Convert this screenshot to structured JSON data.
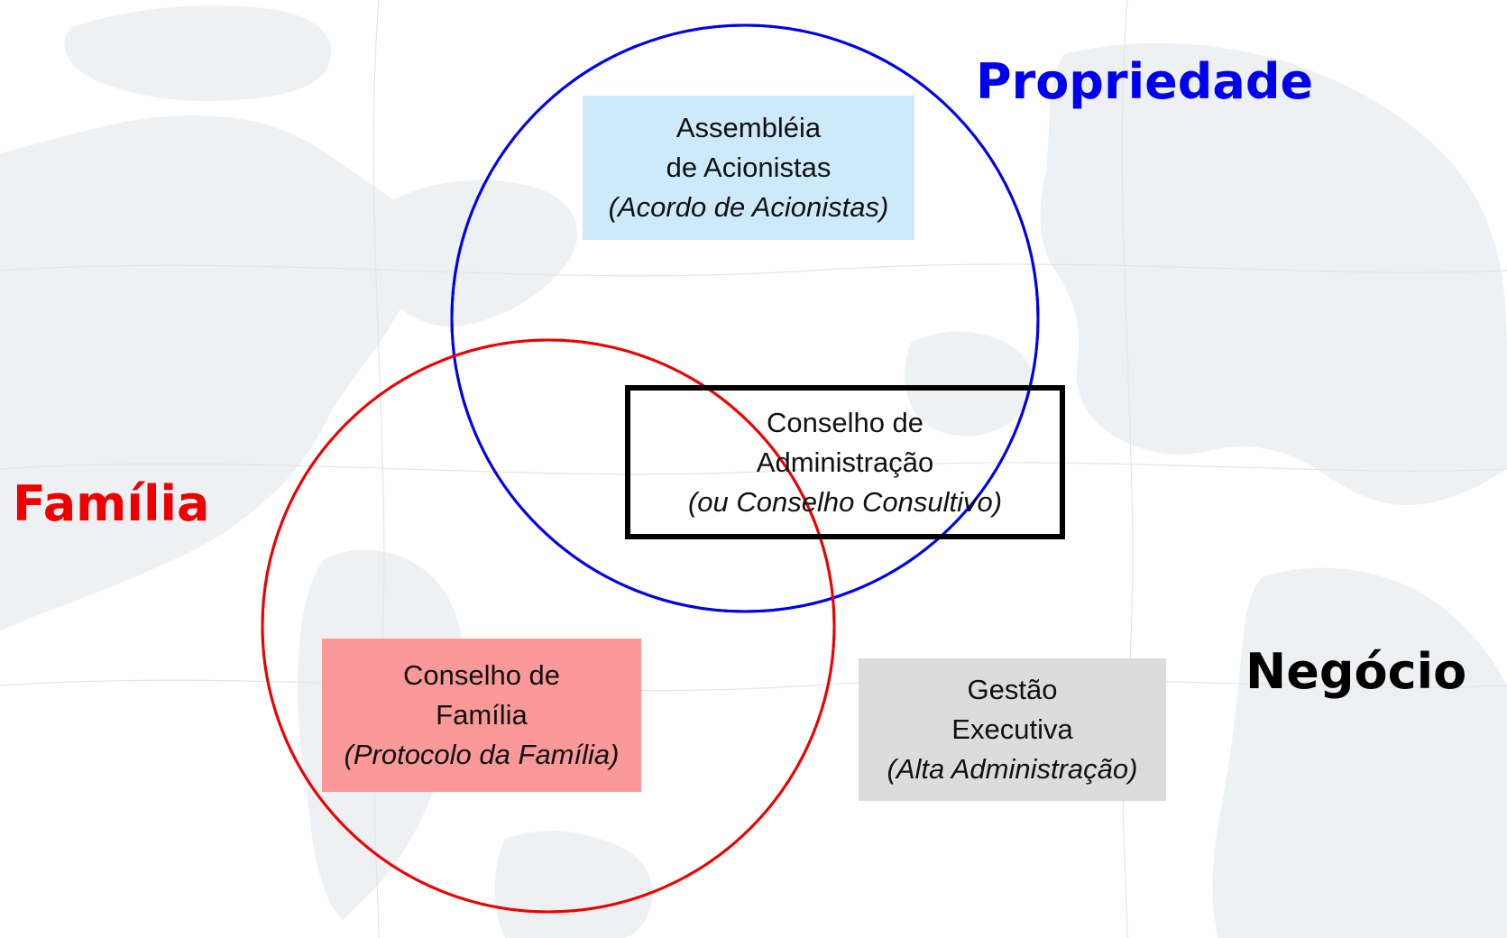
{
  "colors": {
    "propriedade": "#0000ee",
    "familia": "#ee0000",
    "negocio": "#000000",
    "assembleia_fill": "#cdeafb",
    "conselho_familia_fill": "#fb9898",
    "gestao_fill": "#dcdcdc",
    "map_tint": "#eef1f3"
  },
  "circles": {
    "propriedade": {
      "label": "Propriedade"
    },
    "familia": {
      "label": "Família"
    },
    "negocio": {
      "label": "Negócio"
    }
  },
  "boxes": {
    "assembleia": {
      "line1": "Assembléia",
      "line2": "de Acionistas",
      "line3": "(Acordo de Acionistas)"
    },
    "conselho_administracao": {
      "line1": "Conselho de",
      "line2": "Administração",
      "line3": "(ou Conselho Consultivo)"
    },
    "conselho_familia": {
      "line1": "Conselho de",
      "line2": "Família",
      "line3": "(Protocolo da Família)"
    },
    "gestao": {
      "line1": "Gestão",
      "line2": "Executiva",
      "line3": "(Alta Administração)"
    }
  }
}
